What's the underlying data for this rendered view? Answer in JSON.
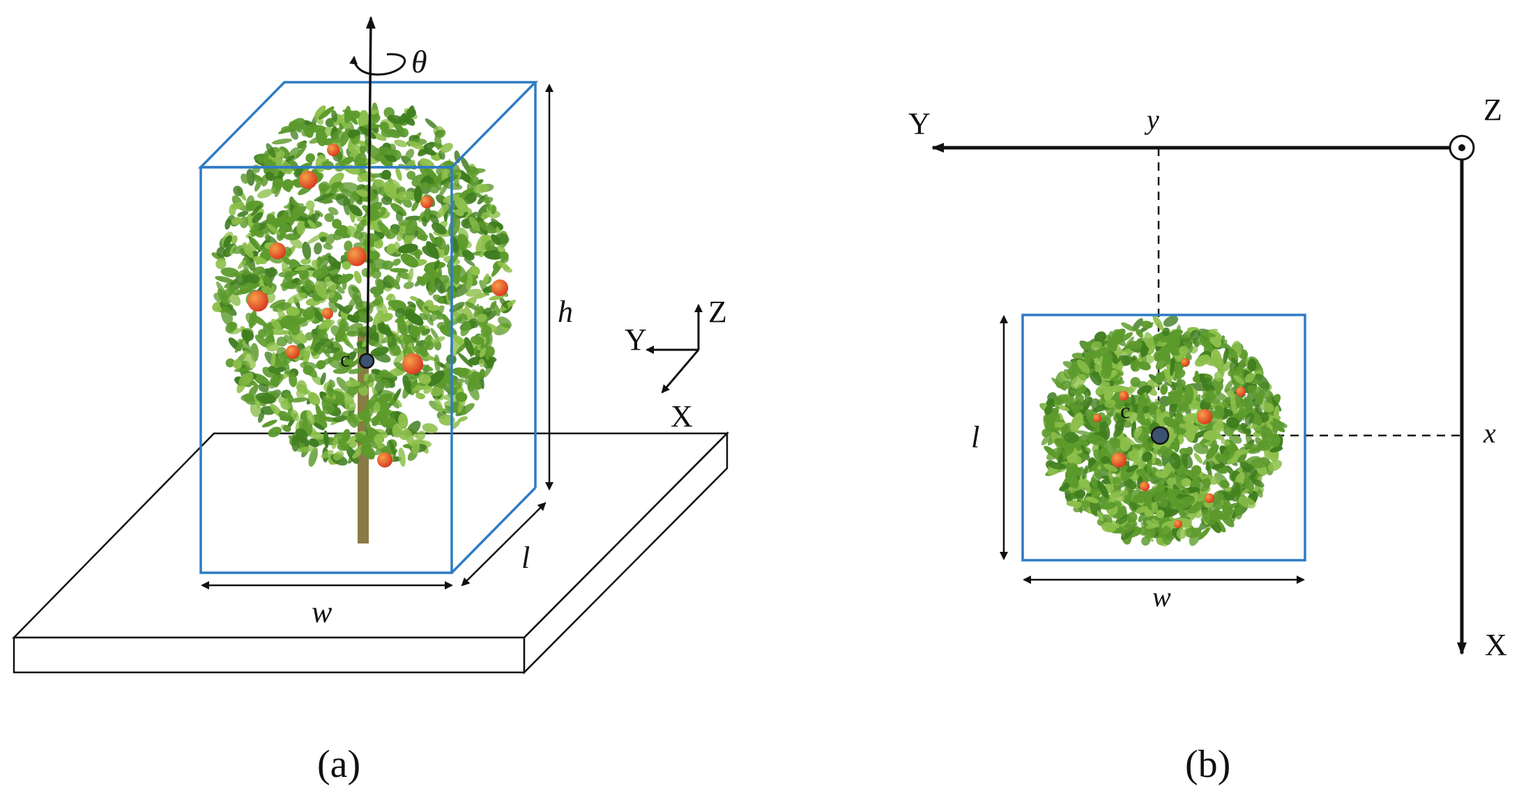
{
  "colors": {
    "box": "#2E7BC4",
    "line": "#111111",
    "foliage_dark": "#3f7d1f",
    "foliage_mid": "#5c9a2c",
    "foliage_light": "#8cbf4a",
    "fruit": "#e24a2a",
    "fruit_highlight": "#f6a04a",
    "trunk": "#8a7a45",
    "center_point": "#3b5271"
  },
  "icons": {
    "rotation": "rotation-arrow-icon",
    "out_of_plane": "dot-circle-icon"
  },
  "panel_a": {
    "caption": "(a)",
    "rotation_label": "θ",
    "height_label": "h",
    "width_label": "w",
    "length_label": "l",
    "center_label": "c",
    "axis_labels": {
      "z": "Z",
      "y": "Y",
      "x": "X"
    }
  },
  "panel_b": {
    "caption": "(b)",
    "length_label": "l",
    "width_label": "w",
    "center_label": "c",
    "y_coord_label": "y",
    "x_coord_label": "x",
    "axis_labels": {
      "z": "Z",
      "y": "Y",
      "x": "X"
    }
  }
}
